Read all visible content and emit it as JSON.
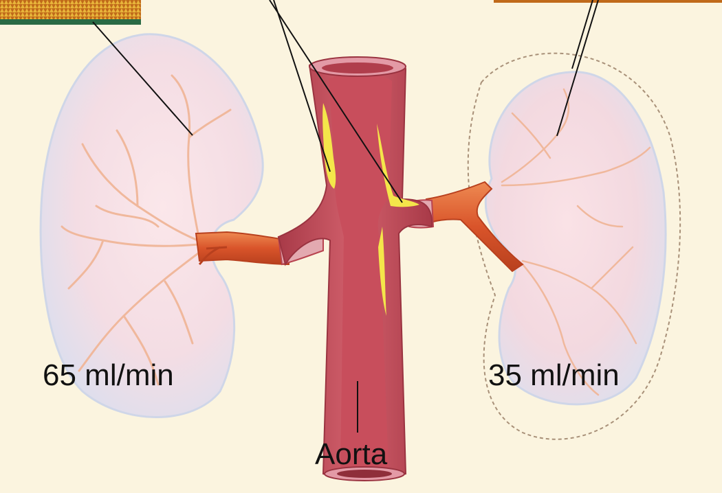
{
  "labels": {
    "left_kidney_flow": "65 ml/min",
    "right_kidney_flow": "35 ml/min",
    "aorta": "Aorta"
  },
  "colors": {
    "background": "#fbf4df",
    "kidney": "#f7e6ea",
    "kidney_rim": "#dde3ef",
    "vessel": "#e78a5c",
    "renal_artery": "#d9572a",
    "aorta_wall": "#b8434f",
    "plaque": "#f4e64a",
    "leader_line": "#111111",
    "outline_dashed": "#a89078"
  }
}
